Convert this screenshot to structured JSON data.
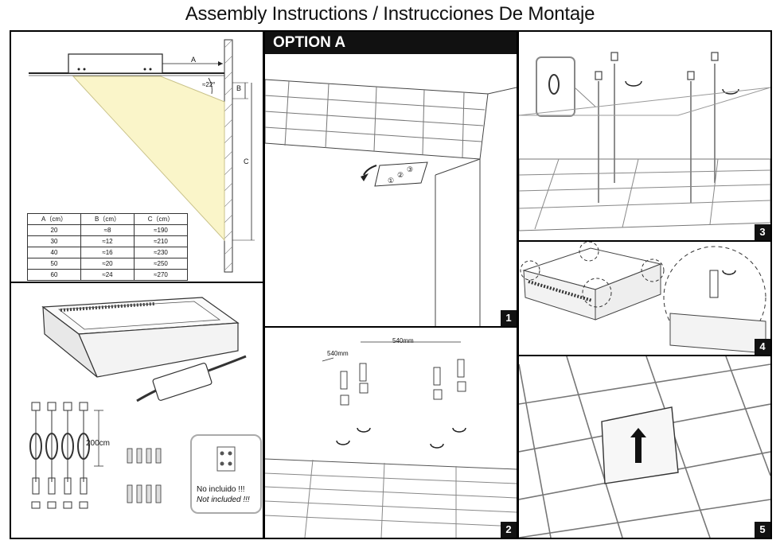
{
  "header": {
    "title": "Assembly Instructions / Instrucciones De Montaje"
  },
  "diagram": {
    "label_a": "A",
    "label_b": "B",
    "label_c": "C",
    "angle": "≈22°",
    "table": {
      "headers": [
        "A（cm）",
        "B（cm）",
        "C（cm）"
      ],
      "rows": [
        [
          "20",
          "≈8",
          "≈190"
        ],
        [
          "30",
          "≈12",
          "≈210"
        ],
        [
          "40",
          "≈16",
          "≈230"
        ],
        [
          "50",
          "≈20",
          "≈250"
        ],
        [
          "60",
          "≈24",
          "≈270"
        ]
      ]
    }
  },
  "kit": {
    "cable_length": "200cm",
    "not_included_es": "No incluido !!!",
    "not_included_en": "Not included !!!"
  },
  "option": {
    "title": "OPTION A"
  },
  "step1": {
    "number": "1",
    "marks": [
      "①",
      "②",
      "③"
    ]
  },
  "step2": {
    "number": "2",
    "dim_top": "540mm",
    "dim_side": "540mm"
  },
  "step3": {
    "number": "3"
  },
  "step4": {
    "number": "4"
  },
  "step5": {
    "number": "5"
  }
}
